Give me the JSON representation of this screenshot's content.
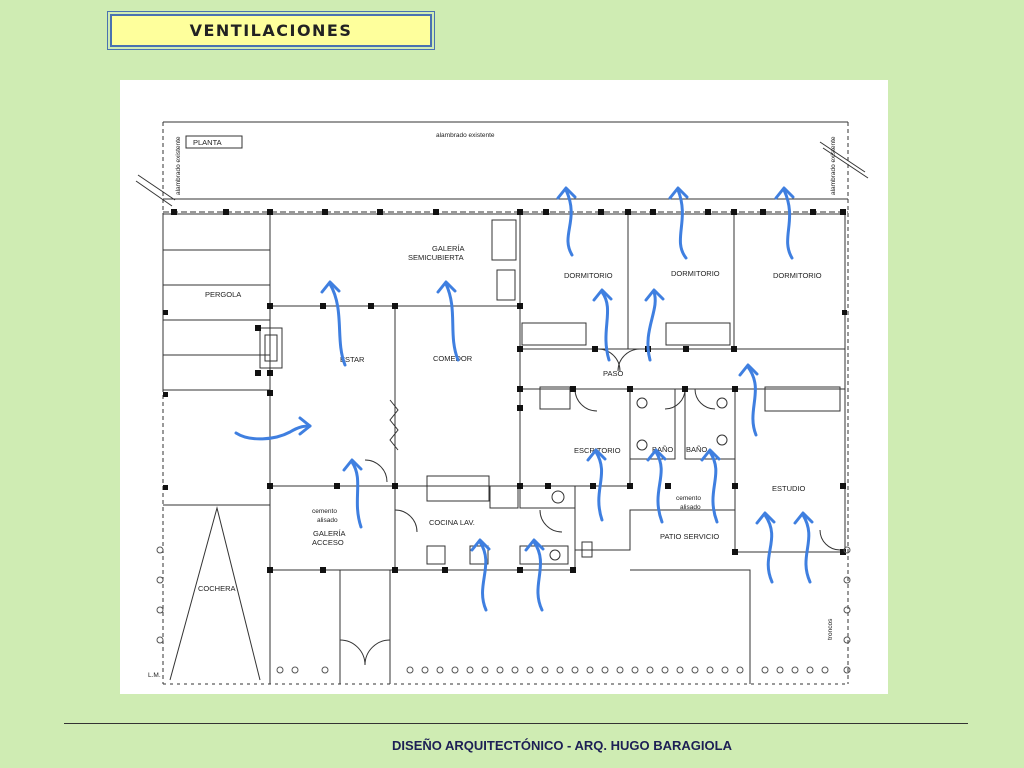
{
  "title": "VENTILACIONES",
  "footer": "DISEÑO ARQUITECTÓNICO  -  ARQ. HUGO BARAGIOLA",
  "plan": {
    "planta_label": "PLANTA",
    "fence_top": "alambrado existente",
    "fence_left": "alambrado existente",
    "fence_right": "alambrado existente",
    "lm_label": "L.M.",
    "trees_label": "troncos",
    "rooms": {
      "galeria_semicubierta_1": "GALERÍA",
      "galeria_semicubierta_2": "SEMICUBIERTA",
      "pergola": "PERGOLA",
      "estar": "ESTAR",
      "comedor": "COMEDOR",
      "dormitorio_1": "DORMITORIO",
      "dormitorio_2": "DORMITORIO",
      "dormitorio_3": "DORMITORIO",
      "paso": "PASO",
      "escritorio": "ESCRITORIO",
      "bano_1": "BAÑO",
      "bano_2": "BAÑO",
      "estudio": "ESTUDIO",
      "cemento_1a": "cemento",
      "cemento_1b": "alisado",
      "galeria_acceso_1": "GALERÍA",
      "galeria_acceso_2": "ACCESO",
      "cocina": "COCINA LAV.",
      "cemento_2a": "cemento",
      "cemento_2b": "alisado",
      "patio_servicio": "PATIO SERVICIO",
      "cochera": "COCHERA"
    }
  },
  "colors": {
    "background": "#cfecb3",
    "title_fill": "#feff9c",
    "title_border": "#4a72b0",
    "arrow": "#3f7fe0",
    "footer_text": "#1d1f55"
  }
}
